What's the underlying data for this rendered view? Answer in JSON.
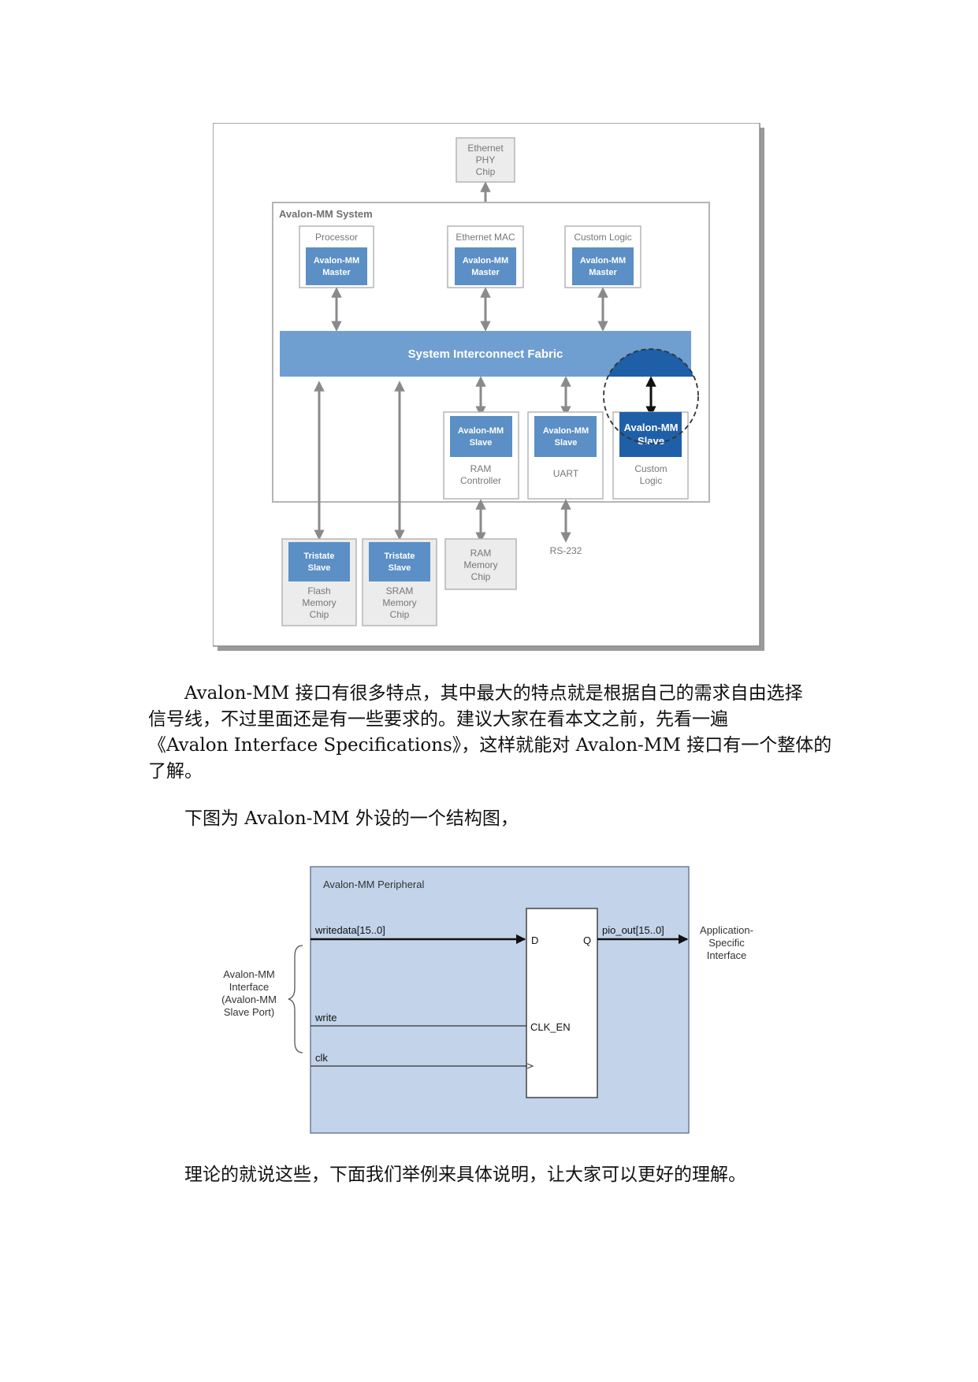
{
  "figure1": {
    "system_title": "Avalon-MM System",
    "ethernet_phy": [
      "Ethernet",
      "PHY",
      "Chip"
    ],
    "masters": [
      {
        "caption": "Processor",
        "port": [
          "Avalon-MM",
          "Master"
        ]
      },
      {
        "caption": "Ethernet MAC",
        "port": [
          "Avalon-MM",
          "Master"
        ]
      },
      {
        "caption": "Custom Logic",
        "port": [
          "Avalon-MM",
          "Master"
        ]
      }
    ],
    "fabric_label": "System Interconnect Fabric",
    "slaves": [
      {
        "port": [
          "Avalon-MM",
          "Slave"
        ],
        "caption": [
          "RAM",
          "Controller"
        ]
      },
      {
        "port": [
          "Avalon-MM",
          "Slave"
        ],
        "caption": [
          "UART"
        ]
      },
      {
        "port": [
          "Avalon-MM",
          "Slave"
        ],
        "caption": [
          "Custom",
          "Logic"
        ]
      }
    ],
    "external": [
      {
        "port": [
          "Tristate",
          "Slave"
        ],
        "caption": [
          "Flash",
          "Memory",
          "Chip"
        ]
      },
      {
        "port": [
          "Tristate",
          "Slave"
        ],
        "caption": [
          "SRAM",
          "Memory",
          "Chip"
        ]
      },
      {
        "caption": [
          "RAM",
          "Memory",
          "Chip"
        ]
      }
    ],
    "rs232": "RS-232",
    "colors": {
      "blue": "#5b8fc5",
      "fabric": "#6f9fd0",
      "gray_box": "#b5b5b5",
      "highlight": "#1f5fa8"
    }
  },
  "para1": [
    "Avalon-MM 接口有很多特点，其中最大的特点就是根据自己的需求自由选择",
    "信号线，不过里面还是有一些要求的。建议大家在看本文之前，先看一遍",
    "《Avalon Interface Specifications》，这样就能对 Avalon-MM 接口有一个整体的",
    "了解。"
  ],
  "para2": "下图为 Avalon-MM 外设的一个结构图，",
  "figure2": {
    "title": "Avalon-MM Peripheral",
    "signals": {
      "writedata": "writedata[15..0]",
      "write": "write",
      "clk": "clk",
      "pio_out": "pio_out[15..0]"
    },
    "ff_pins": {
      "d": "D",
      "q": "Q",
      "clk_en": "CLK_EN"
    },
    "left_label": [
      "Avalon-MM",
      "Interface",
      "(Avalon-MM",
      "Slave Port)"
    ],
    "right_label": [
      "Application-",
      "Specific",
      "Interface"
    ],
    "colors": {
      "panel": "#c2d3ea"
    }
  },
  "para3": "理论的就说这些，下面我们举例来具体说明，让大家可以更好的理解。"
}
